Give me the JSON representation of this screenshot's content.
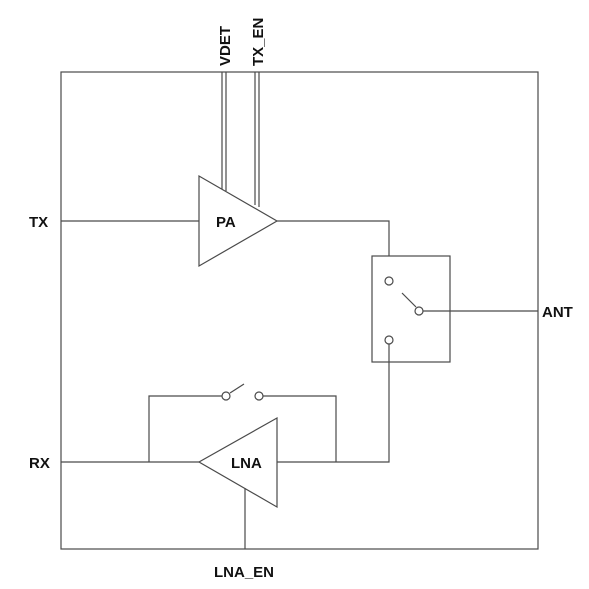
{
  "labels": {
    "vdet": "VDET",
    "tx_en": "TX_EN",
    "tx": "TX",
    "rx": "RX",
    "ant": "ANT",
    "lna_en": "LNA_EN",
    "pa": "PA",
    "lna": "LNA"
  }
}
